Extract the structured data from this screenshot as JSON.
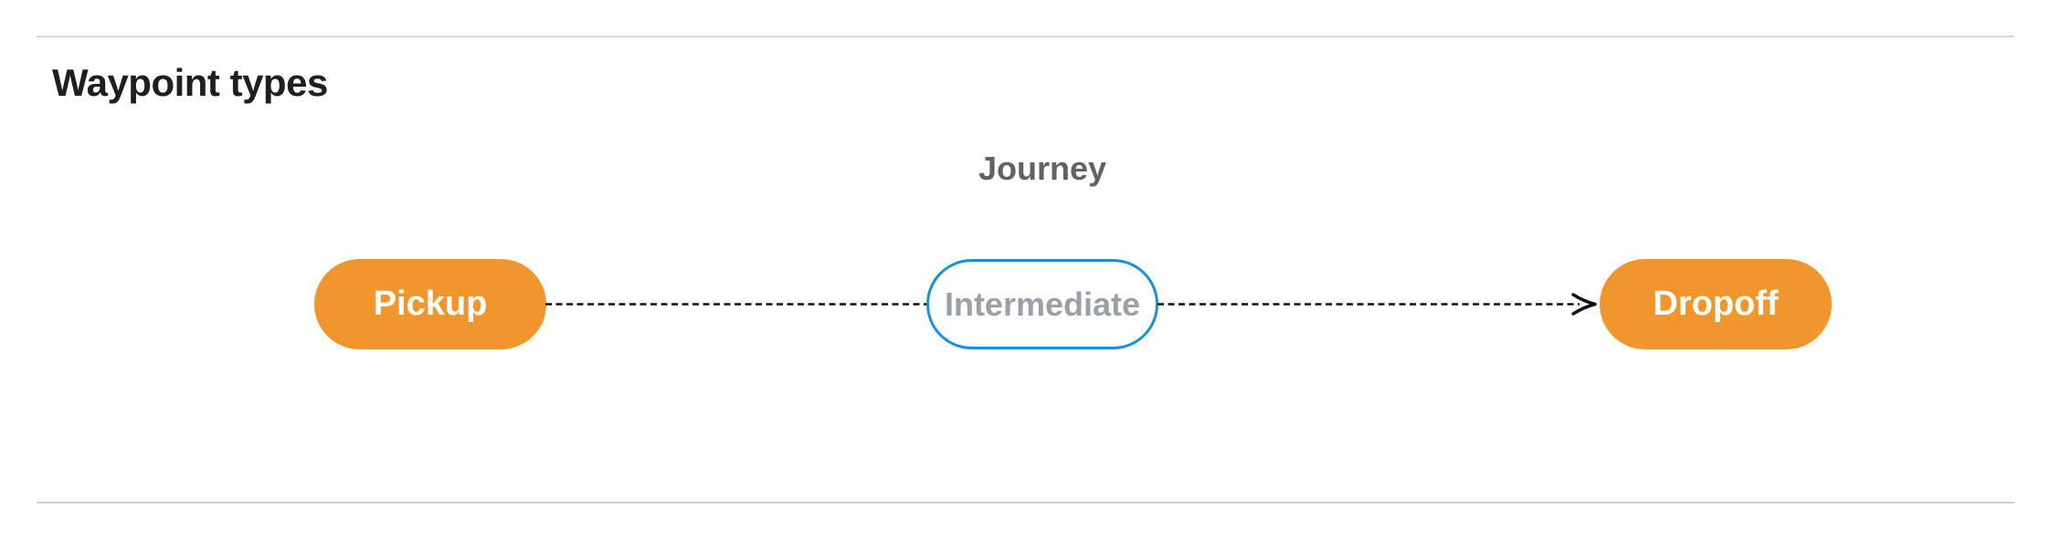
{
  "section": {
    "heading": "Waypoint types"
  },
  "diagram": {
    "title": "Journey",
    "nodes": [
      {
        "id": "pickup",
        "label": "Pickup",
        "style": "filled-orange"
      },
      {
        "id": "intermediate",
        "label": "Intermediate",
        "style": "outlined-blue"
      },
      {
        "id": "dropoff",
        "label": "Dropoff",
        "style": "filled-orange"
      }
    ],
    "connections": [
      {
        "from": "Pickup",
        "to": "Intermediate",
        "line": "dashed",
        "arrowhead": false
      },
      {
        "from": "Intermediate",
        "to": "Dropoff",
        "line": "dashed",
        "arrowhead": true
      }
    ]
  },
  "colors": {
    "node_fill_orange": "#F0962D",
    "node_label_white": "#FFFFFF",
    "node_outline_blue": "#1C8FDB",
    "node_label_gray": "#9AA0A6",
    "diagram_title_gray": "#5F6368",
    "heading_black": "#1F1F1F",
    "divider_gray": "#D6D6D6",
    "connector_black": "#111111"
  }
}
